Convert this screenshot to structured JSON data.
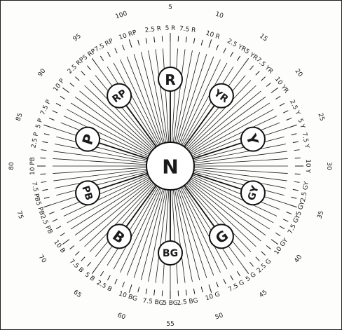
{
  "center_label": "N",
  "colors": {
    "ink": "#1a1a1a",
    "paper": "#fdfdfc"
  },
  "hues": [
    {
      "code": "R",
      "step": 5
    },
    {
      "code": "YR",
      "step": 15
    },
    {
      "code": "Y",
      "step": 25
    },
    {
      "code": "GY",
      "step": 35
    },
    {
      "code": "G",
      "step": 45
    },
    {
      "code": "BG",
      "step": 55
    },
    {
      "code": "B",
      "step": 65
    },
    {
      "code": "PB",
      "step": 75
    },
    {
      "code": "P",
      "step": 85
    },
    {
      "code": "RP",
      "step": 95
    }
  ],
  "step_numbers": [
    {
      "text": "5",
      "step": 5
    },
    {
      "text": "10",
      "step": 10
    },
    {
      "text": "15",
      "step": 15
    },
    {
      "text": "20",
      "step": 20
    },
    {
      "text": "25",
      "step": 25
    },
    {
      "text": "30",
      "step": 30
    },
    {
      "text": "35",
      "step": 35
    },
    {
      "text": "40",
      "step": 40
    },
    {
      "text": "45",
      "step": 45
    },
    {
      "text": "50",
      "step": 50
    },
    {
      "text": "55",
      "step": 55
    },
    {
      "text": "60",
      "step": 60
    },
    {
      "text": "65",
      "step": 65
    },
    {
      "text": "70",
      "step": 70
    },
    {
      "text": "75",
      "step": 75
    },
    {
      "text": "80",
      "step": 80
    },
    {
      "text": "85",
      "step": 85
    },
    {
      "text": "90",
      "step": 90
    },
    {
      "text": "95",
      "step": 95
    },
    {
      "text": "100",
      "step": 100
    }
  ],
  "hue_labels": [
    {
      "text": "2.5 R",
      "step": 3
    },
    {
      "text": "5 R",
      "step": 5
    },
    {
      "text": "7.5 R",
      "step": 7
    },
    {
      "text": "10 R",
      "step": 10
    },
    {
      "text": "2.5 YR",
      "step": 13
    },
    {
      "text": "5 YR",
      "step": 15
    },
    {
      "text": "7.5 YR",
      "step": 17
    },
    {
      "text": "10 YR",
      "step": 20
    },
    {
      "text": "2.5 Y",
      "step": 23
    },
    {
      "text": "5 Y",
      "step": 25
    },
    {
      "text": "7.5 Y",
      "step": 27
    },
    {
      "text": "10 Y",
      "step": 30
    },
    {
      "text": "2.5 GY",
      "step": 33
    },
    {
      "text": "5 GY",
      "step": 35
    },
    {
      "text": "7.5 GY",
      "step": 37
    },
    {
      "text": "10 GY",
      "step": 40
    },
    {
      "text": "2.5 G",
      "step": 43
    },
    {
      "text": "5 G",
      "step": 45
    },
    {
      "text": "7.5 G",
      "step": 47
    },
    {
      "text": "10 G",
      "step": 50
    },
    {
      "text": "2.5 BG",
      "step": 53
    },
    {
      "text": "5 BG",
      "step": 55
    },
    {
      "text": "7.5 BG",
      "step": 57
    },
    {
      "text": "10 BG",
      "step": 60
    },
    {
      "text": "2.5 B",
      "step": 63
    },
    {
      "text": "5 B",
      "step": 65
    },
    {
      "text": "7.5 B",
      "step": 67
    },
    {
      "text": "10 B",
      "step": 70
    },
    {
      "text": "2.5 PB",
      "step": 73
    },
    {
      "text": "5 PB",
      "step": 75
    },
    {
      "text": "7.5 PB",
      "step": 77
    },
    {
      "text": "10 PB",
      "step": 80
    },
    {
      "text": "2.5 P",
      "step": 83
    },
    {
      "text": "5 P",
      "step": 85
    },
    {
      "text": "7.5 P",
      "step": 87
    },
    {
      "text": "10 P",
      "step": 90
    },
    {
      "text": "2.5 RP",
      "step": 93
    },
    {
      "text": "5 RP",
      "step": 95
    },
    {
      "text": "7.5 RP",
      "step": 97
    },
    {
      "text": "10 RP",
      "step": 100
    }
  ]
}
